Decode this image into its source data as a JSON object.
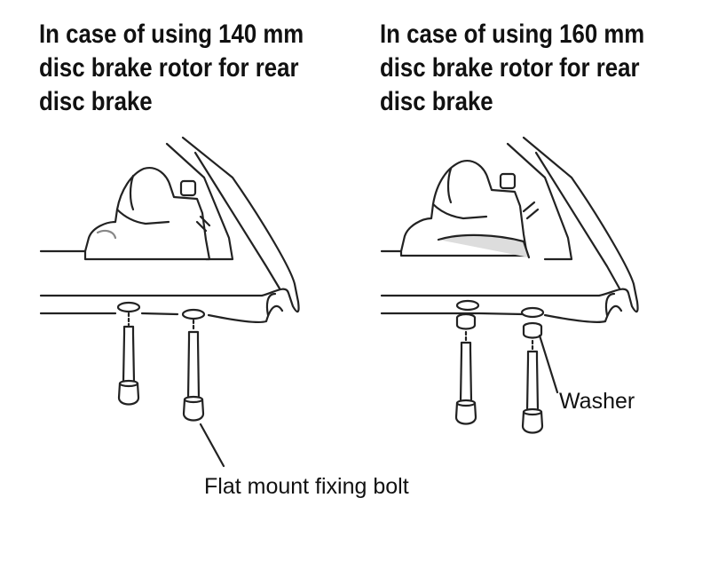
{
  "left_panel": {
    "title_lines": [
      "In case of using 140 mm",
      "disc brake rotor for rear",
      "disc brake"
    ]
  },
  "right_panel": {
    "title_lines": [
      "In case of using 160 mm",
      "disc brake rotor for rear",
      "disc brake"
    ]
  },
  "labels": {
    "washer": "Washer",
    "bolt": "Flat mount fixing bolt"
  },
  "colors": {
    "line": "#222222",
    "fill": "#ffffff",
    "shade": "#dddddd"
  }
}
